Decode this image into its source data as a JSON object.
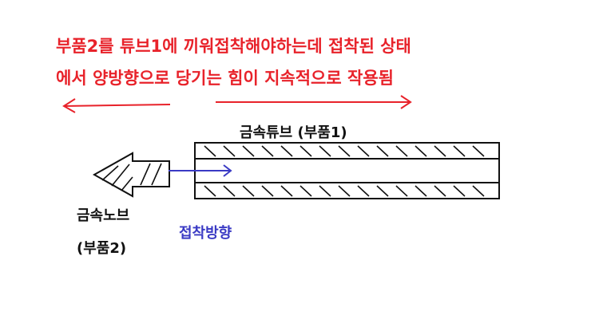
{
  "header": {
    "line1": "부품2를 튜브1에 끼워접착해야하는데 접착된 상태",
    "line2": "에서 양방향으로 당기는 힘이 지속적으로 작용됨"
  },
  "labels": {
    "tube": "금속튜브 (부품1)",
    "knob_name": "금속노브",
    "knob_part": "(부품2)",
    "bond_direction": "접착방향"
  },
  "colors": {
    "red": "#e8222a",
    "blue": "#3a3ac4",
    "ink": "#111111"
  }
}
